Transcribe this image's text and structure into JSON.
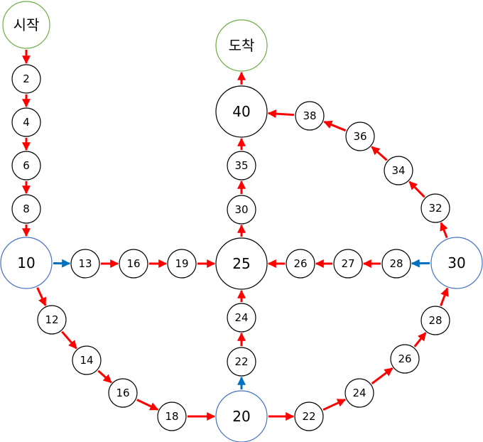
{
  "colors": {
    "node_border": "#000000",
    "start_end_border": "#70ad47",
    "junction_border": "#4472c4",
    "red_arrow": "#ff0000",
    "blue_arrow": "#0070c0"
  },
  "nodes": [
    {
      "id": "start",
      "label": "시작",
      "kind": "terminal"
    },
    {
      "id": "a2",
      "label": "2",
      "kind": "step"
    },
    {
      "id": "a4",
      "label": "4",
      "kind": "step"
    },
    {
      "id": "a6",
      "label": "6",
      "kind": "step"
    },
    {
      "id": "a8",
      "label": "8",
      "kind": "step"
    },
    {
      "id": "n10",
      "label": "10",
      "kind": "junction"
    },
    {
      "id": "b13",
      "label": "13",
      "kind": "step"
    },
    {
      "id": "b16",
      "label": "16",
      "kind": "step"
    },
    {
      "id": "b19",
      "label": "19",
      "kind": "step"
    },
    {
      "id": "n25",
      "label": "25",
      "kind": "center"
    },
    {
      "id": "c12",
      "label": "12",
      "kind": "step"
    },
    {
      "id": "c14",
      "label": "14",
      "kind": "step"
    },
    {
      "id": "c16",
      "label": "16",
      "kind": "step"
    },
    {
      "id": "c18",
      "label": "18",
      "kind": "step"
    },
    {
      "id": "n20",
      "label": "20",
      "kind": "junction"
    },
    {
      "id": "d22",
      "label": "22",
      "kind": "step"
    },
    {
      "id": "d24",
      "label": "24",
      "kind": "step"
    },
    {
      "id": "e22",
      "label": "22",
      "kind": "step"
    },
    {
      "id": "e24",
      "label": "24",
      "kind": "step"
    },
    {
      "id": "e26",
      "label": "26",
      "kind": "step"
    },
    {
      "id": "e28",
      "label": "28",
      "kind": "step"
    },
    {
      "id": "n30",
      "label": "30",
      "kind": "junction"
    },
    {
      "id": "f28",
      "label": "28",
      "kind": "step"
    },
    {
      "id": "f27",
      "label": "27",
      "kind": "step"
    },
    {
      "id": "f26",
      "label": "26",
      "kind": "step"
    },
    {
      "id": "g32",
      "label": "32",
      "kind": "step"
    },
    {
      "id": "g34",
      "label": "34",
      "kind": "step"
    },
    {
      "id": "g36",
      "label": "36",
      "kind": "step"
    },
    {
      "id": "g38",
      "label": "38",
      "kind": "step"
    },
    {
      "id": "h30",
      "label": "30",
      "kind": "step"
    },
    {
      "id": "h35",
      "label": "35",
      "kind": "step"
    },
    {
      "id": "n40",
      "label": "40",
      "kind": "center"
    },
    {
      "id": "goal",
      "label": "도착",
      "kind": "terminal"
    }
  ],
  "edges": [
    {
      "from": "start",
      "to": "a2",
      "color": "red"
    },
    {
      "from": "a2",
      "to": "a4",
      "color": "red"
    },
    {
      "from": "a4",
      "to": "a6",
      "color": "red"
    },
    {
      "from": "a6",
      "to": "a8",
      "color": "red"
    },
    {
      "from": "a8",
      "to": "n10",
      "color": "red"
    },
    {
      "from": "n10",
      "to": "b13",
      "color": "blue"
    },
    {
      "from": "b13",
      "to": "b16",
      "color": "red"
    },
    {
      "from": "b16",
      "to": "b19",
      "color": "red"
    },
    {
      "from": "b19",
      "to": "n25",
      "color": "red"
    },
    {
      "from": "n10",
      "to": "c12",
      "color": "red"
    },
    {
      "from": "c12",
      "to": "c14",
      "color": "red"
    },
    {
      "from": "c14",
      "to": "c16",
      "color": "red"
    },
    {
      "from": "c16",
      "to": "c18",
      "color": "red"
    },
    {
      "from": "c18",
      "to": "n20",
      "color": "red"
    },
    {
      "from": "n20",
      "to": "d22",
      "color": "blue"
    },
    {
      "from": "d22",
      "to": "d24",
      "color": "red"
    },
    {
      "from": "d24",
      "to": "n25",
      "color": "red"
    },
    {
      "from": "n20",
      "to": "e22",
      "color": "red"
    },
    {
      "from": "e22",
      "to": "e24",
      "color": "red"
    },
    {
      "from": "e24",
      "to": "e26",
      "color": "red"
    },
    {
      "from": "e26",
      "to": "e28",
      "color": "red"
    },
    {
      "from": "e28",
      "to": "n30",
      "color": "red"
    },
    {
      "from": "n30",
      "to": "f28",
      "color": "blue"
    },
    {
      "from": "f28",
      "to": "f27",
      "color": "red"
    },
    {
      "from": "f27",
      "to": "f26",
      "color": "red"
    },
    {
      "from": "f26",
      "to": "n25",
      "color": "red"
    },
    {
      "from": "n30",
      "to": "g32",
      "color": "red"
    },
    {
      "from": "g32",
      "to": "g34",
      "color": "red"
    },
    {
      "from": "g34",
      "to": "g36",
      "color": "red"
    },
    {
      "from": "g36",
      "to": "g38",
      "color": "red"
    },
    {
      "from": "g38",
      "to": "n40",
      "color": "red"
    },
    {
      "from": "n25",
      "to": "h30",
      "color": "red"
    },
    {
      "from": "h30",
      "to": "h35",
      "color": "red"
    },
    {
      "from": "h35",
      "to": "n40",
      "color": "red"
    },
    {
      "from": "n40",
      "to": "goal",
      "color": "red"
    }
  ]
}
